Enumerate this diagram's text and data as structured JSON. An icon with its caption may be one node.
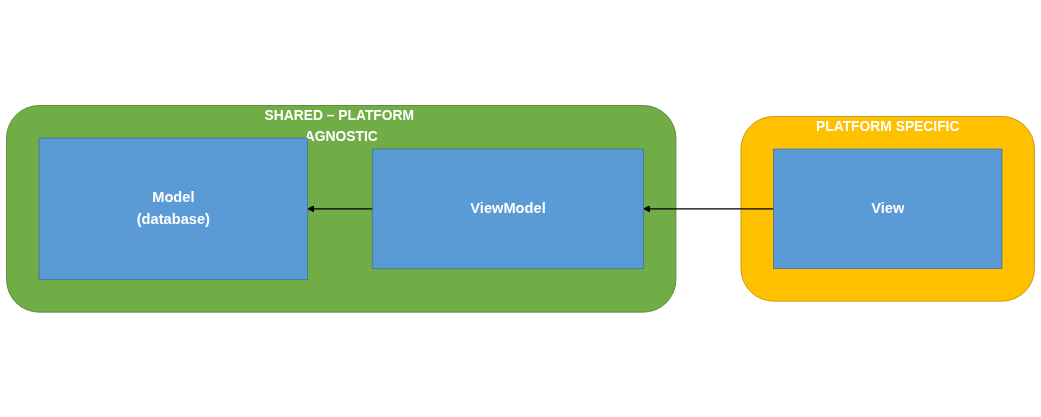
{
  "diagram": {
    "nodes": [
      {
        "text": [
          "SHARED – PLATFORM AGNOSTIC"
        ]
      },
      {
        "text": [
          "Model",
          "(database)"
        ],
        "in": 0
      },
      {
        "text": [
          "ViewModel"
        ],
        "in": 0
      },
      {
        "text": [
          "PLATFORM SPECIFIC"
        ]
      },
      {
        "text": [
          "View"
        ],
        "in": 3
      }
    ],
    "edges": [
      {
        "from": 2,
        "to": 1,
        "arrow": "to"
      },
      {
        "from": 4,
        "to": 2,
        "arrow": "to"
      }
    ]
  }
}
